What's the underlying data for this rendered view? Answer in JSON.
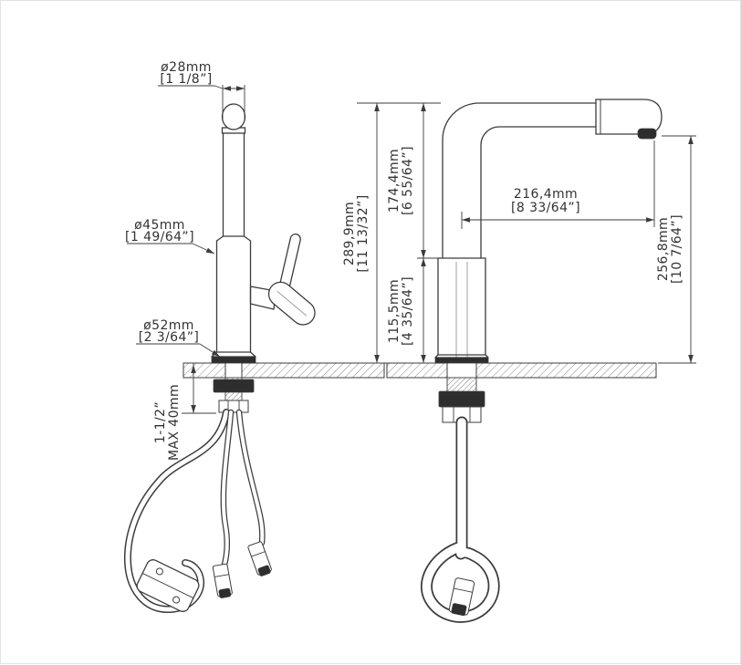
{
  "page": {
    "background": "#ffffff",
    "line_color": "#3c3c3c",
    "text_color": "#333333",
    "drawing_type": "faucet installation dimension drawing"
  },
  "front_view": {
    "top_diameter": {
      "mm": "ø28mm",
      "inch": "[1 1/8”]"
    },
    "body_diameter": {
      "mm": "ø45mm",
      "inch": "[1 49/64”]"
    },
    "base_diameter": {
      "mm": "ø52mm",
      "inch": "[2 3/64”]"
    },
    "deck_thickness": {
      "line1": "1-1/2”",
      "line2": "MAX 40mm"
    }
  },
  "side_view": {
    "total_height": {
      "mm": "289,9mm",
      "inch": "[11 13/32”]"
    },
    "upper_height": {
      "mm": "174,4mm",
      "inch": "[6 55/64”]"
    },
    "lower_height": {
      "mm": "115,5mm",
      "inch": "[4 35/64”]"
    },
    "spout_reach": {
      "mm": "216,4mm",
      "inch": "[8 33/64”]"
    },
    "height_to_spray": {
      "mm": "256,8mm",
      "inch": "[10 7/64”]"
    }
  }
}
